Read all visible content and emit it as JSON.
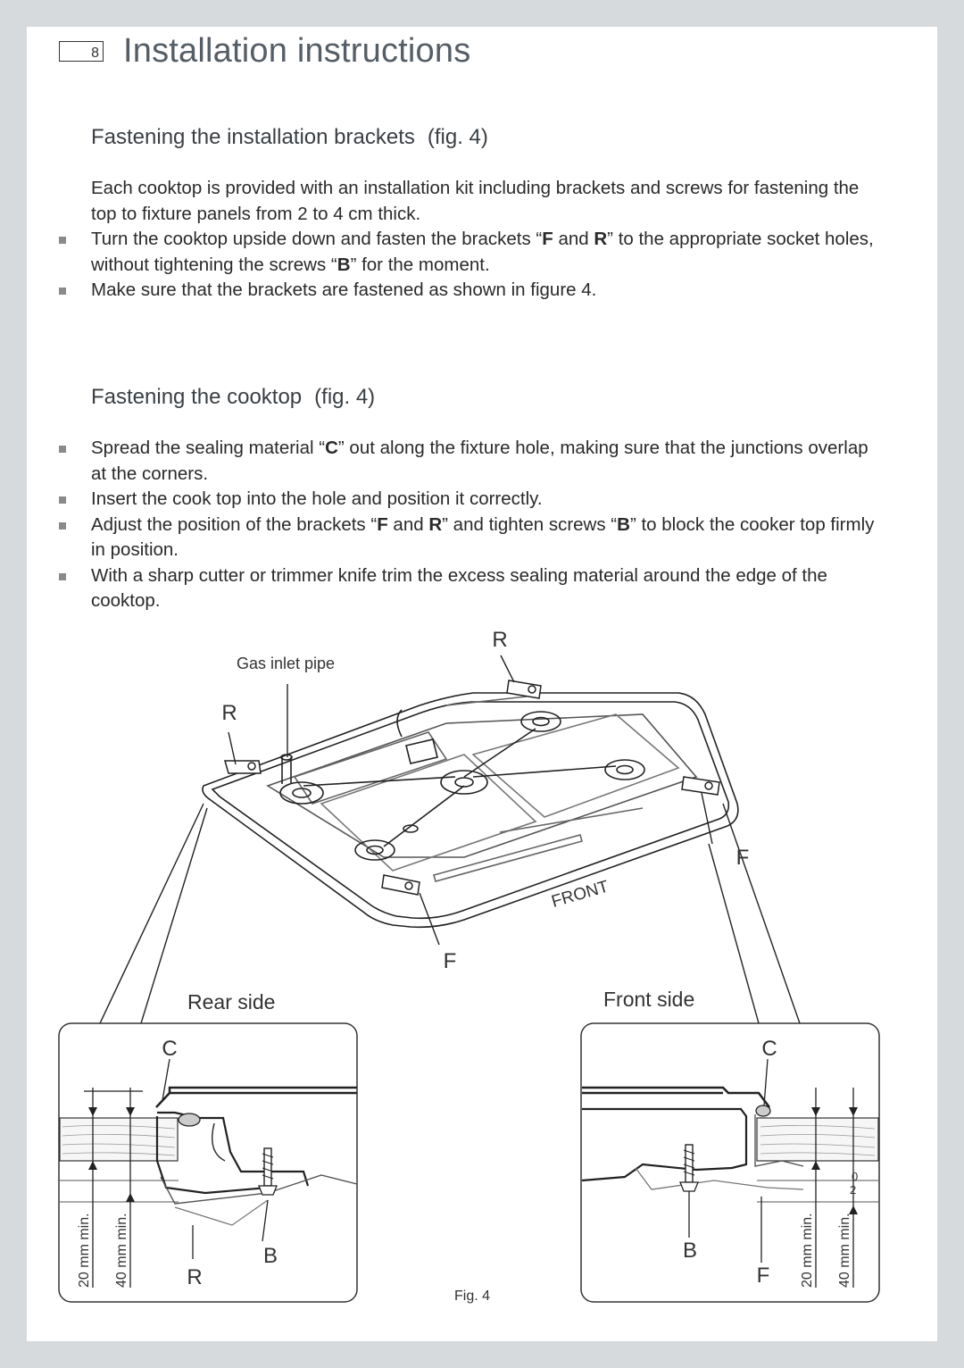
{
  "page": {
    "number": "8",
    "title": "Installation instructions"
  },
  "section1": {
    "heading": "Fastening the installation brackets",
    "fig_ref": "(fig. 4)",
    "intro": "Each cooktop is provided with an installation kit including brackets and screws for fastening the top to fixture panels from 2 to 4 cm thick.",
    "bullets": [
      {
        "a": "Turn the cooktop upside down and fasten the brackets “",
        "b1": "F",
        "c": " and ",
        "b2": "R",
        "d": "” to the appropriate socket holes, without tightening the screws “",
        "b3": "B",
        "e": "” for the moment."
      },
      {
        "text": "Make sure that the brackets are fastened as shown in figure 4."
      }
    ]
  },
  "section2": {
    "heading": "Fastening the cooktop",
    "fig_ref": "(fig. 4)",
    "bullets": [
      {
        "a": "Spread the sealing material “",
        "b1": "C",
        "c": "” out along the fixture hole, making sure that the junctions overlap at the corners."
      },
      {
        "text": "Insert the cook top into the hole and position it correctly."
      },
      {
        "a": "Adjust the position of the brackets “",
        "b1": "F",
        "c": " and ",
        "b2": "R",
        "d": "” and tighten screws “",
        "b3": "B",
        "e": "” to block the cooker top firmly in position."
      },
      {
        "text": "With a sharp cutter or trimmer knife trim the excess sealing material around the edge of the cooktop."
      }
    ]
  },
  "figure": {
    "caption": "Fig. 4",
    "gas_inlet_label": "Gas inlet pipe",
    "label_r": "R",
    "label_f": "F",
    "label_c": "C",
    "label_b": "B",
    "front_text": "FRONT",
    "rear_side": "Rear side",
    "front_side": "Front side",
    "dim_20": "20 mm min.",
    "dim_40": "40 mm min.",
    "dim_front_a": "0",
    "dim_front_b": "2"
  }
}
